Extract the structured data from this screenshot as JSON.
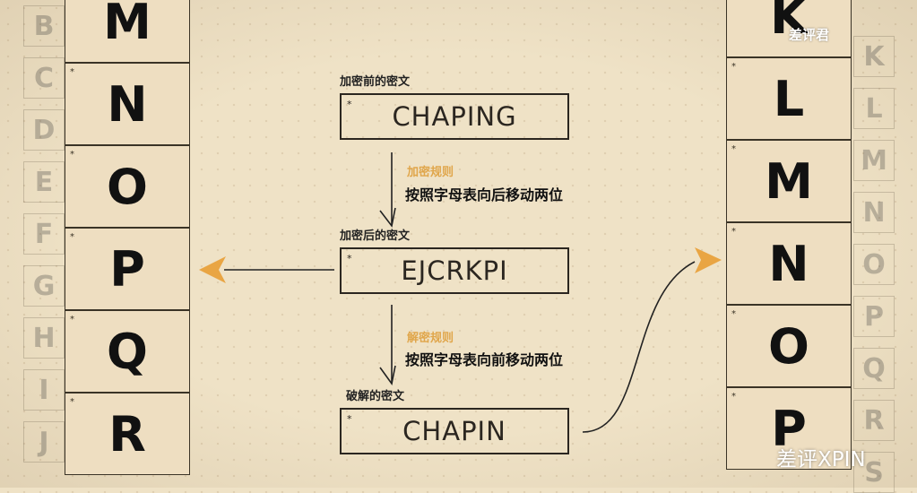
{
  "left_strip": [
    "M",
    "N",
    "O",
    "P",
    "Q",
    "R"
  ],
  "right_strip": [
    "K",
    "L",
    "M",
    "N",
    "O",
    "P"
  ],
  "left_ghost": [
    "B",
    "C",
    "D",
    "E",
    "F",
    "G",
    "H",
    "I",
    "J"
  ],
  "right_ghost": [
    "K",
    "L",
    "M",
    "N",
    "O",
    "P",
    "Q",
    "R",
    "S"
  ],
  "cell_star": "*",
  "diagram": {
    "before_label": "加密前的密文",
    "before_text": "CHAPING",
    "encrypt_rule_title": "加密规则",
    "encrypt_rule_text": "按照字母表向后移动两位",
    "after_label": "加密后的密文",
    "after_text": "EJCRKPI",
    "decrypt_rule_title": "解密规则",
    "decrypt_rule_text": "按照字母表向前移动两位",
    "cracked_label": "破解的密文",
    "cracked_text": "CHAPIN"
  },
  "watermark_top": "差评君",
  "watermark_bottom": "差评XPIN",
  "colors": {
    "accent": "#e9a543",
    "ink": "#2b2620",
    "paper": "#efe2c6"
  }
}
